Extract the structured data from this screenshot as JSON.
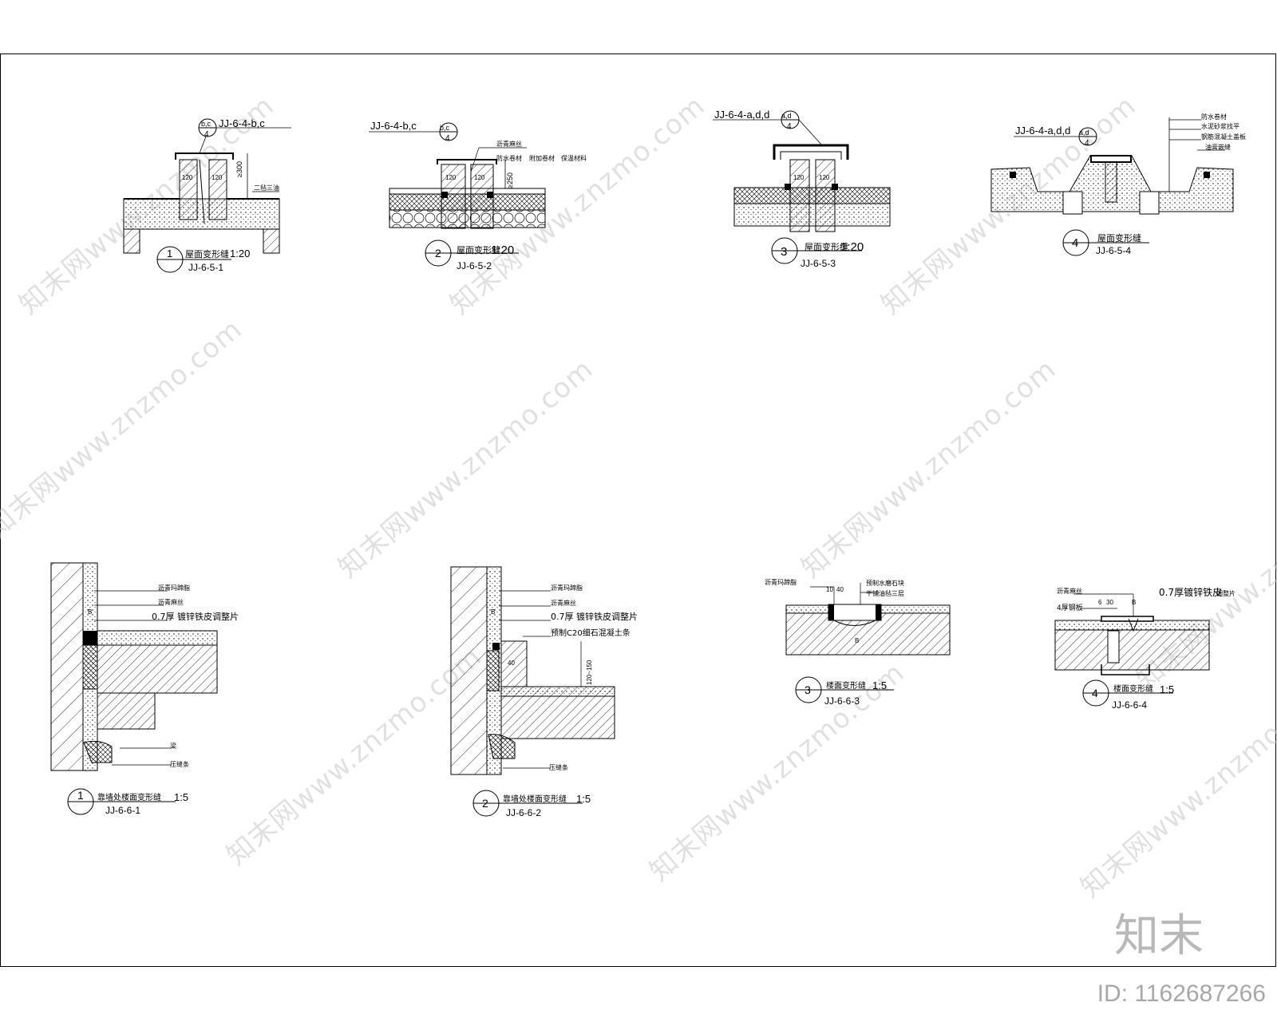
{
  "details": [
    {
      "num": "1",
      "title": "屋面变形缝",
      "scale": "1:20",
      "code": "JJ-6-5-1",
      "ref": "JJ-6-4-b,c",
      "ref_top": "b,c",
      "ref_bottom": "4",
      "notes": [
        "二毡三油"
      ],
      "dims": [
        "≥300",
        "120",
        "120"
      ]
    },
    {
      "num": "2",
      "title": "屋面变形缝",
      "scale": "1:20",
      "code": "JJ-6-5-2",
      "ref": "JJ-6-4-b,c",
      "ref_top": "b,c",
      "ref_bottom": "4",
      "notes": [
        "沥青麻丝",
        "防水卷材",
        "附加卷材",
        "保温材料"
      ],
      "dims": [
        "≥250",
        "120",
        "120"
      ]
    },
    {
      "num": "3",
      "title": "屋面变形缝",
      "scale": "1:20",
      "code": "JJ-6-5-3",
      "ref": "JJ-6-4-a,d,d",
      "ref_top": "a,d",
      "ref_bottom": "4",
      "notes": [],
      "dims": [
        "120",
        "120"
      ]
    },
    {
      "num": "4",
      "title": "屋面变形缝",
      "scale": "",
      "code": "JJ-6-5-4",
      "ref": "JJ-6-4-a,d,d",
      "ref_top": "a,d",
      "ref_bottom": "4",
      "notes": [
        "防水卷材",
        "水泥砂浆找平",
        "钢筋混凝土盖板",
        "油膏嵌缝"
      ],
      "dims": []
    },
    {
      "num": "1",
      "title": "靠墙处楼面变形缝",
      "scale": "1:5",
      "code": "JJ-6-6-1",
      "notes": [
        "沥青玛蹄脂",
        "沥青麻丝",
        "0.7厚 镀锌铁皮调整片",
        "梁",
        "压缝条"
      ],
      "dims": [
        "B"
      ]
    },
    {
      "num": "2",
      "title": "靠墙处楼面变形缝",
      "scale": "1:5",
      "code": "JJ-6-6-2",
      "notes": [
        "沥青玛蹄脂",
        "沥青麻丝",
        "0.7厚 镀锌铁皮调整片",
        "预制C20细石混凝土条",
        "压缝条"
      ],
      "dims": [
        "B",
        "120~150",
        "40"
      ]
    },
    {
      "num": "3",
      "title": "楼面变形缝",
      "scale": "1:5",
      "code": "JJ-6-6-3",
      "notes": [
        "沥青玛蹄脂",
        "预制水磨石块",
        "干铺油毡三层"
      ],
      "dims": [
        "10",
        "40",
        "B"
      ]
    },
    {
      "num": "4",
      "title": "楼面变形缝",
      "scale": "1:5",
      "code": "JJ-6-6-4",
      "notes": [
        "沥青麻丝",
        "0.7厚镀锌铁皮",
        "调整片",
        "4厚钢板"
      ],
      "dims": [
        "6",
        "30",
        "B"
      ]
    }
  ],
  "watermark": "知末网www.znzmo.com",
  "logo": "知末",
  "id_label": "ID: 1162687266"
}
